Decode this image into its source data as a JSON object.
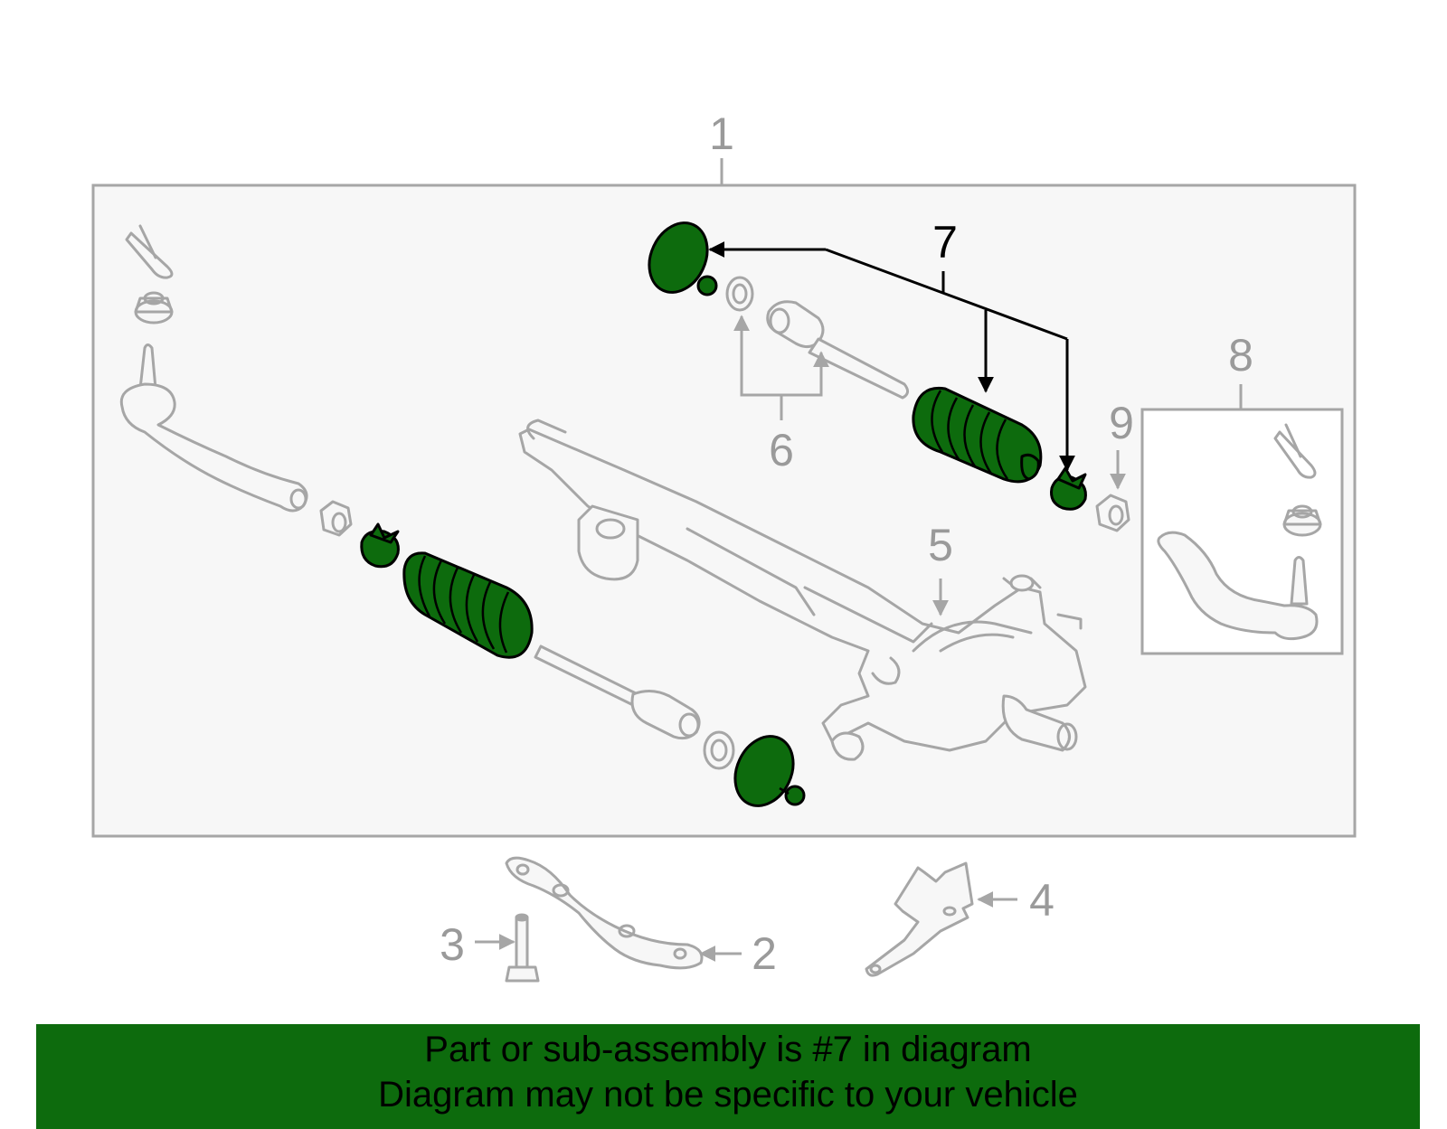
{
  "callouts": {
    "c1": "1",
    "c2": "2",
    "c3": "3",
    "c4": "4",
    "c5": "5",
    "c6": "6",
    "c7": "7",
    "c8": "8",
    "c9": "9"
  },
  "highlight_color": "#0d6b0d",
  "banner": {
    "line1": "Part or sub-assembly is #7 in diagram",
    "line2": "Diagram may not be specific to your vehicle"
  }
}
